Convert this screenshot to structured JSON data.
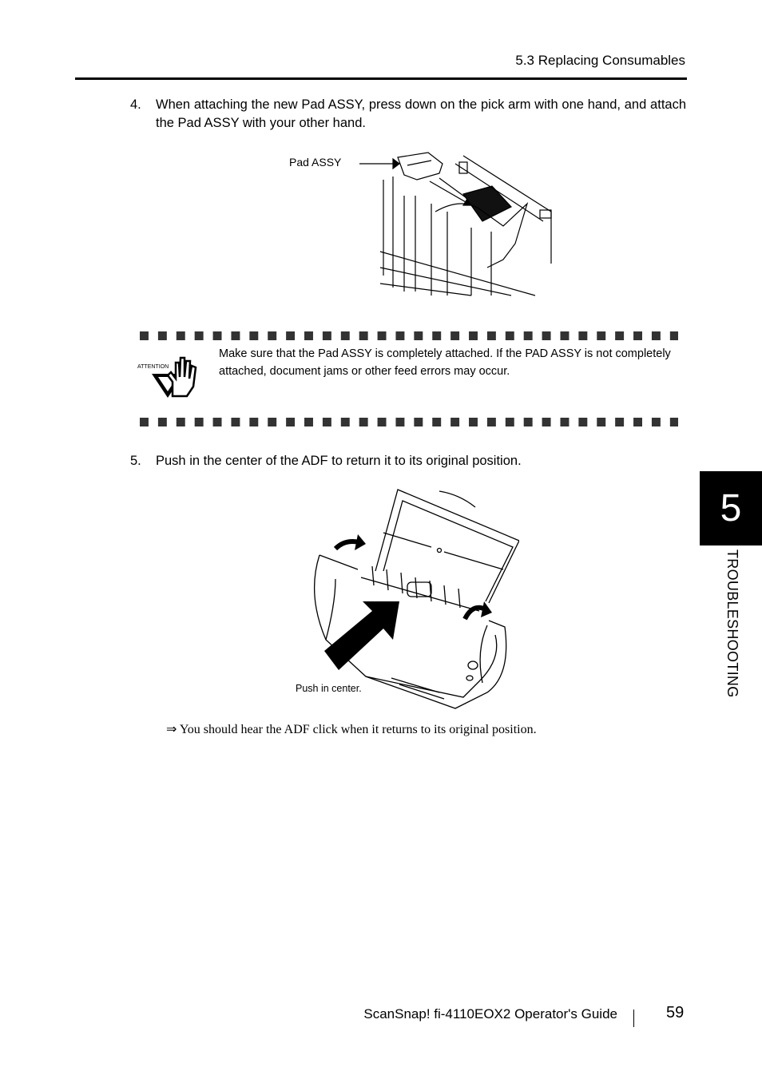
{
  "header": {
    "section": "5.3 Replacing Consumables"
  },
  "steps": [
    {
      "num": "4.",
      "text": "When attaching the new Pad ASSY, press down on the pick arm with one hand, and attach the Pad ASSY with your other hand."
    },
    {
      "num": "5.",
      "text": "Push in the center of the ADF to return it to its original position."
    }
  ],
  "figures": {
    "pad_label": "Pad ASSY",
    "push_label": "Push in center."
  },
  "attention": {
    "icon_label": "ATTENTION",
    "text": "Make sure that the Pad ASSY is completely attached. If the PAD ASSY is not completely attached, document jams or other feed errors may occur."
  },
  "result": "⇒ You should hear the ADF click when it returns to its original position.",
  "side_tab": {
    "number": "5",
    "chapter": "TROUBLESHOOTING"
  },
  "footer": {
    "guide": "ScanSnap!  fi-4110EOX2 Operator's Guide",
    "page": "59"
  }
}
